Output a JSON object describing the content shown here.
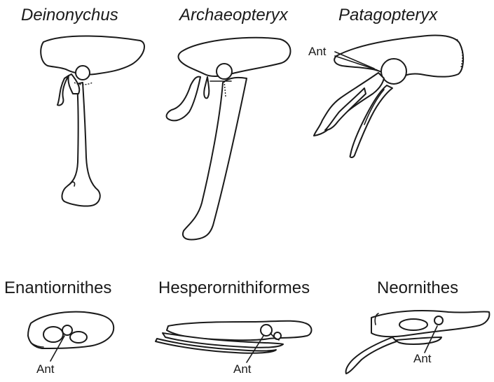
{
  "labels": {
    "deinonychus": "Deinonychus",
    "archaeopteryx": "Archaeopteryx",
    "patagopteryx": "Patagopteryx",
    "enantiornithes": "Enantiornithes",
    "hesperornithiformes": "Hesperornithiformes",
    "neornithes": "Neornithes",
    "ant": "Ant"
  },
  "colors": {
    "ink": "#1a1a1a",
    "background": "#ffffff"
  }
}
